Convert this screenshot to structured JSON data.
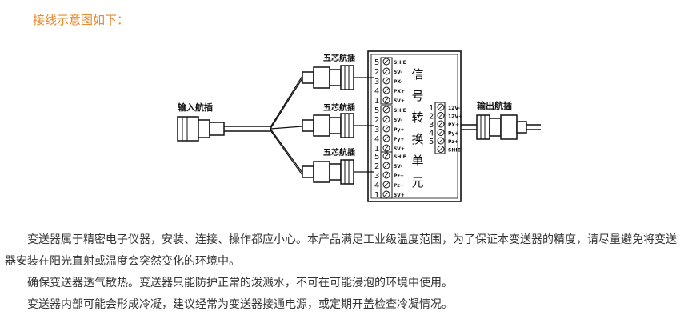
{
  "heading": "接线示意图如下：",
  "diagram": {
    "input_label": "输入航插",
    "output_label": "输出航插",
    "connector_labels": [
      "五芯航插",
      "五芯航插",
      "五芯航插"
    ],
    "unit_label_chars": [
      "信",
      "号",
      "转",
      "换",
      "单",
      "元"
    ],
    "block_pins": [
      {
        "num": "5",
        "label": "SHIE"
      },
      {
        "num": "2",
        "label": "5V-"
      },
      {
        "num": "3",
        "label": "PX-"
      },
      {
        "num": "4",
        "label": "PX+"
      },
      {
        "num": "1",
        "label": "5V+"
      }
    ],
    "block2_pins": [
      {
        "num": "5",
        "label": "SHIE"
      },
      {
        "num": "2",
        "label": "5V-"
      },
      {
        "num": "3",
        "label": "Py+"
      },
      {
        "num": "4",
        "label": "Py+"
      },
      {
        "num": "1",
        "label": "5V+"
      }
    ],
    "block3_pins": [
      {
        "num": "5",
        "label": "SHIE"
      },
      {
        "num": "2",
        "label": "5V-"
      },
      {
        "num": "3",
        "label": "Pz+"
      },
      {
        "num": "4",
        "label": "Pz+"
      },
      {
        "num": "1",
        "label": "5V+"
      }
    ],
    "output_pins": [
      {
        "num": "1",
        "label": "12V-"
      },
      {
        "num": "2",
        "label": "12V+"
      },
      {
        "num": "3",
        "label": "PX+"
      },
      {
        "num": "4",
        "label": "Py+"
      },
      {
        "num": "5",
        "label": "Pz+"
      },
      {
        "num": "",
        "label": "SHIE"
      }
    ]
  },
  "paragraphs": [
    "变送器属于精密电子仪器，安装、连接、操作都应小心。本产品满足工业级温度范围，为了保证本变送器的精度，请尽量避免将变送器安装在阳光直射或温度会突然变化的环境中。",
    "确保变送器透气散热。变送器只能防护正常的泼溅水，不可在可能浸泡的环境中使用。",
    "变送器内部可能会形成冷凝，建议经常为变送器接通电源，或定期开盖检查冷凝情况。"
  ]
}
